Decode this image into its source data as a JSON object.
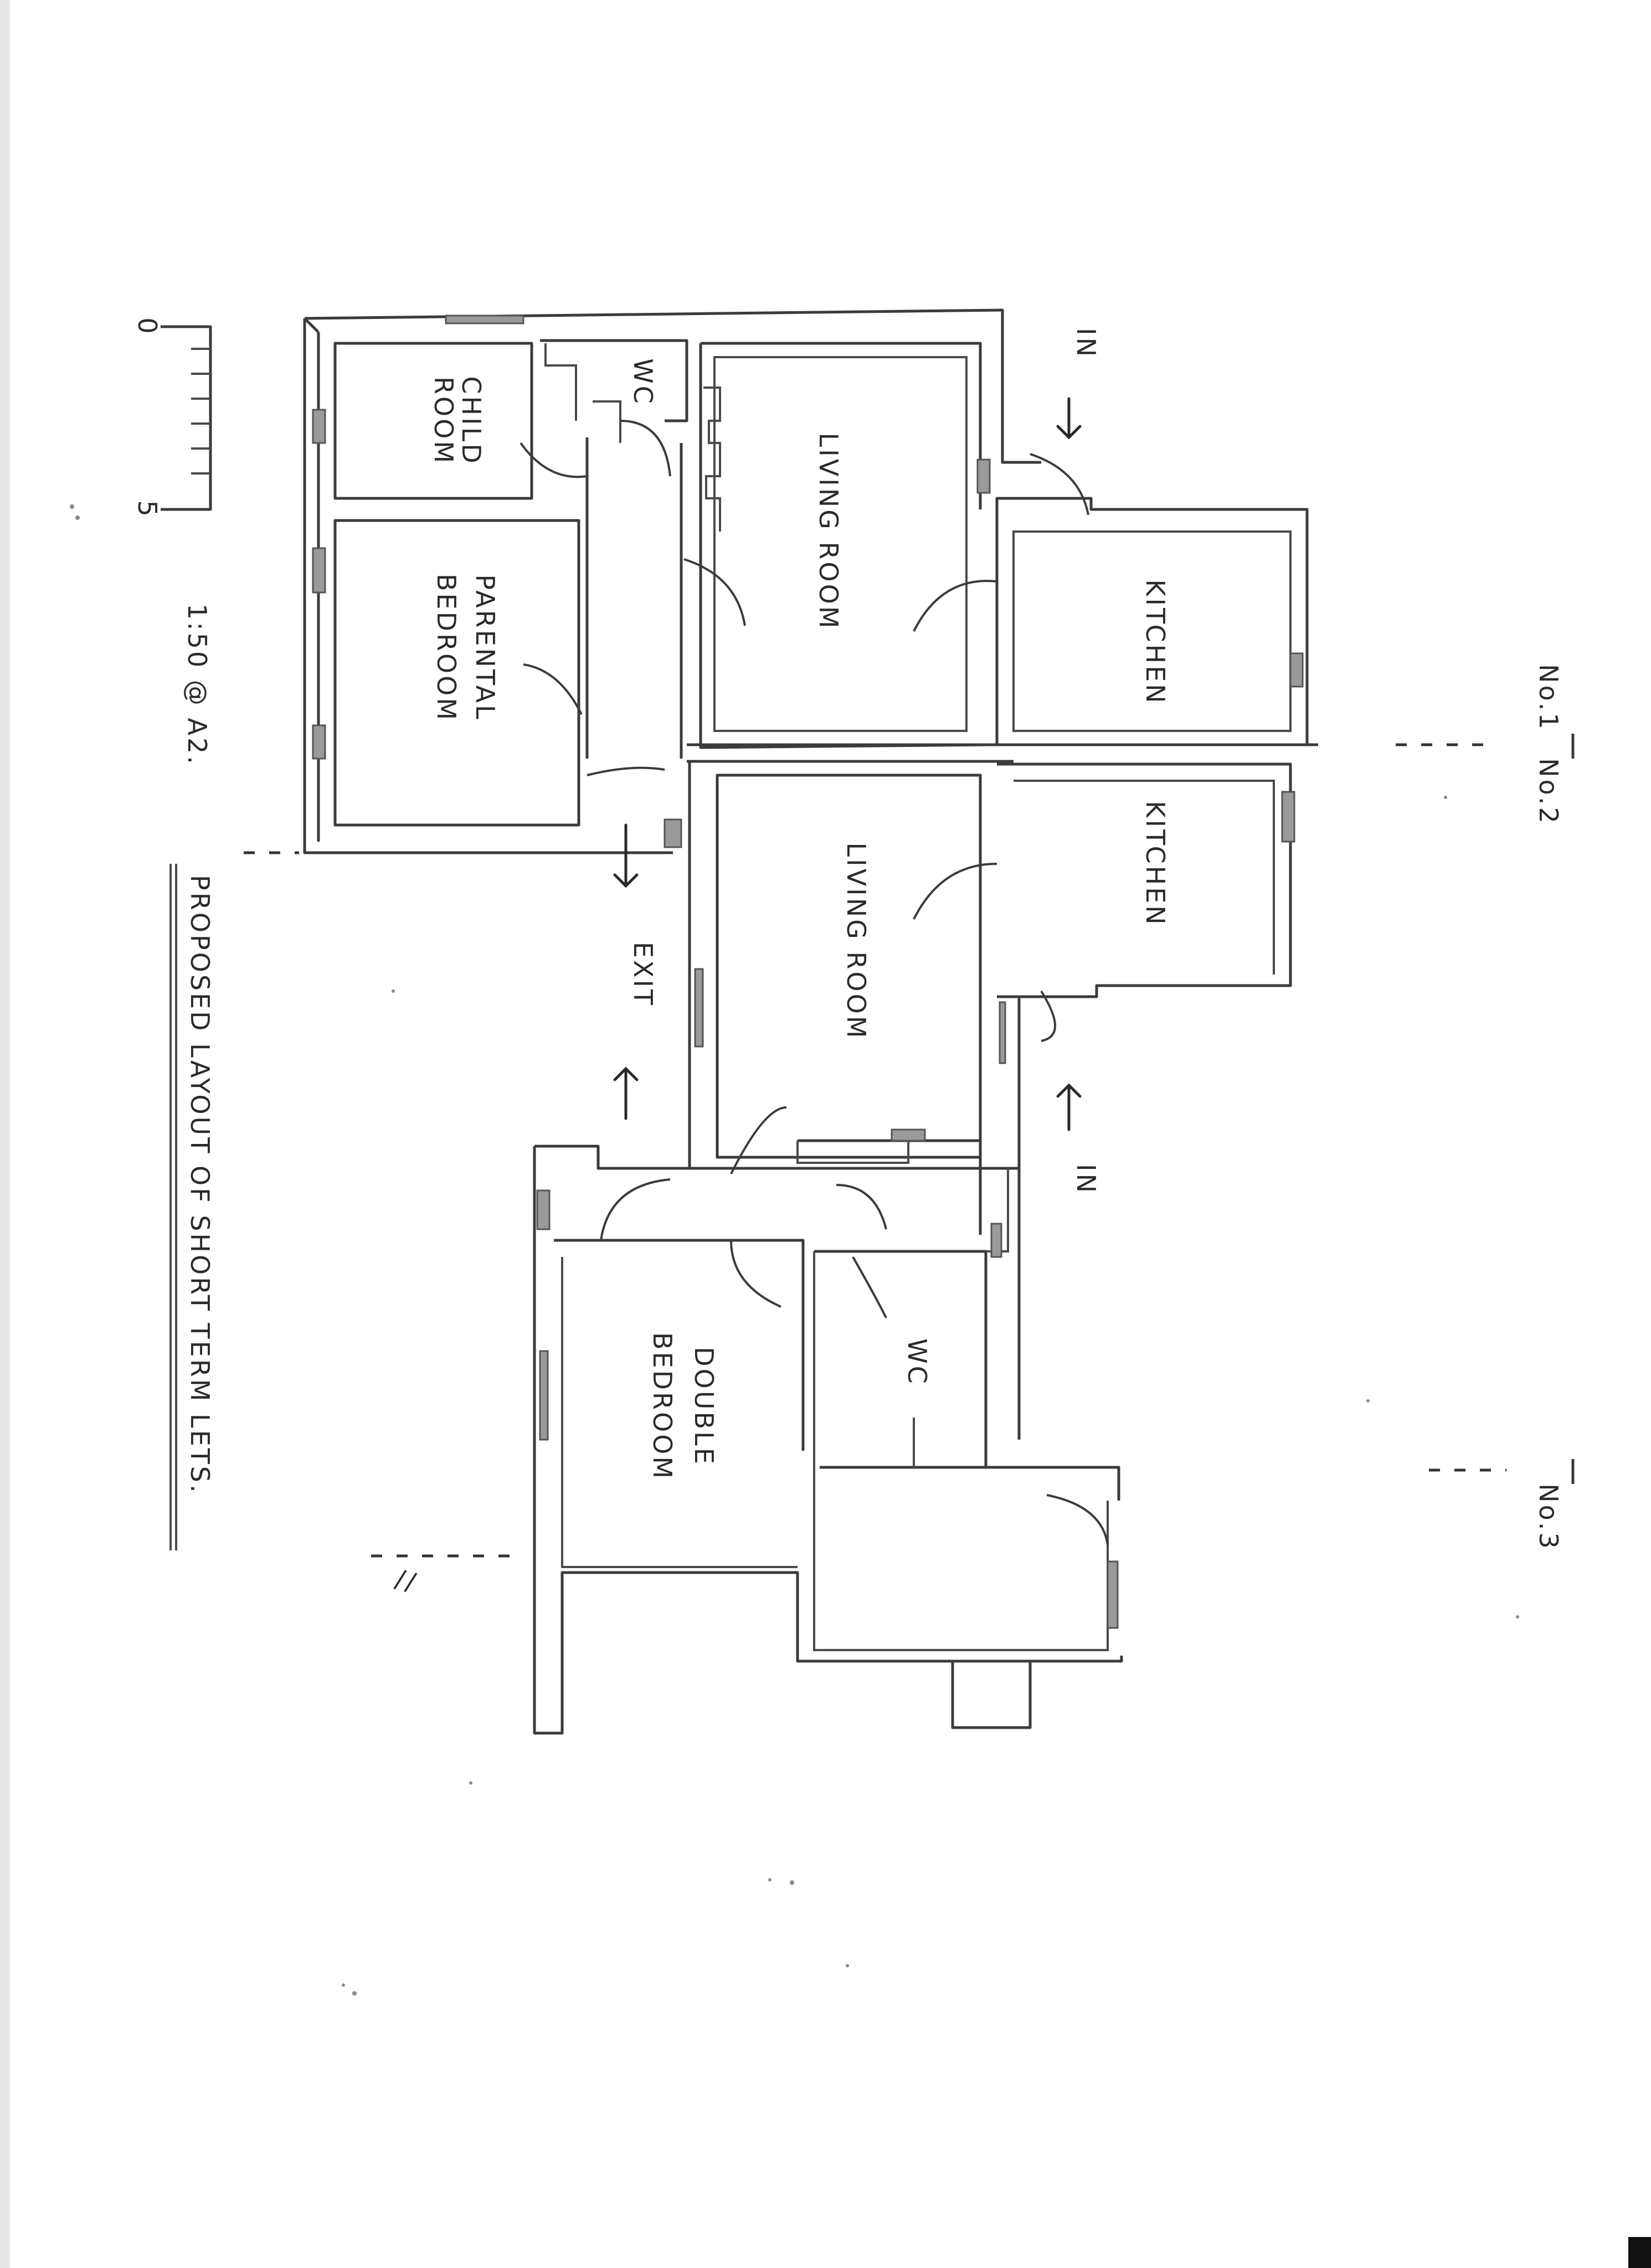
{
  "title": "PROPOSED LAYOUT OF SHORT TERM LETS.",
  "scale": "1:50 @ A2.",
  "scale_bar": {
    "start": "0",
    "end": "5"
  },
  "units": {
    "no1": "No.1",
    "no2": "No.2",
    "no3": "No.3"
  },
  "rooms": {
    "child_room": [
      "CHILD",
      "ROOM"
    ],
    "wc_unit1": "WC",
    "living_room_1": "LIVING ROOM",
    "kitchen_1": "KITCHEN",
    "parental_bedroom": [
      "PARENTAL",
      "BEDROOM"
    ],
    "living_room_2": "LIVING ROOM",
    "kitchen_2": "KITCHEN",
    "double_bedroom": [
      "DOUBLE",
      "BEDROOM"
    ],
    "wc_unit2": "WC"
  },
  "labels": {
    "in_top": "IN",
    "in_bottom": "IN",
    "exit": "EXIT",
    "break_mark": "//"
  }
}
